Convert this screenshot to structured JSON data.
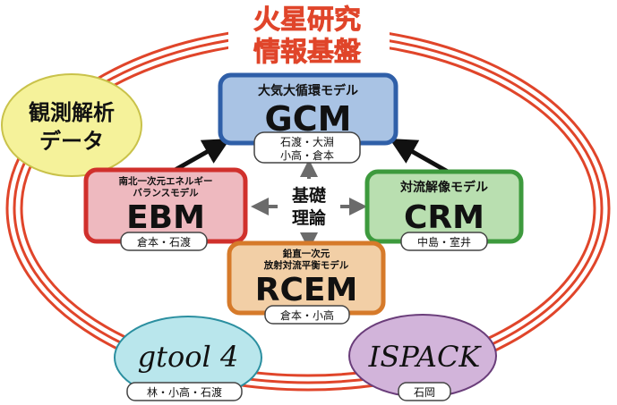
{
  "title": {
    "line1": "火星研究",
    "line2": "情報基盤"
  },
  "center": {
    "line1": "基礎",
    "line2": "理論"
  },
  "data_analysis": {
    "line1": "観測解析",
    "line2": "データ"
  },
  "models": {
    "gcm": {
      "subtitle": "大気大循環モデル",
      "name": "GCM",
      "people_line1": "石渡・大淵",
      "people_line2": "小高・倉本"
    },
    "ebm": {
      "subtitle_line1": "南北一次元エネルギー",
      "subtitle_line2": "バランスモデル",
      "name": "EBM",
      "people": "倉本・石渡"
    },
    "crm": {
      "subtitle": "対流解像モデル",
      "name": "CRM",
      "people": "中島・室井"
    },
    "rcem": {
      "subtitle_line1": "鉛直一次元",
      "subtitle_line2": "放射対流平衡モデル",
      "name": "RCEM",
      "people": "倉本・小高"
    }
  },
  "tools": {
    "gtool": {
      "name": "gtool 4",
      "people": "林・小高・石渡"
    },
    "ispack": {
      "name": "ISPACK",
      "people": "石岡"
    }
  },
  "colors": {
    "ring": "#e0452a",
    "gcm_fill": "#a9c3e4",
    "gcm_border": "#2f5fa8",
    "ebm_fill": "#eeb9bf",
    "ebm_border": "#d0302c",
    "crm_fill": "#b9dfb0",
    "crm_border": "#3d9a3d",
    "rcem_fill": "#f2cfa6",
    "rcem_border": "#d67a2a",
    "gtool_fill": "#b9e6ec",
    "ispack_fill": "#d2b4da",
    "data_fill": "#f5f29a"
  }
}
